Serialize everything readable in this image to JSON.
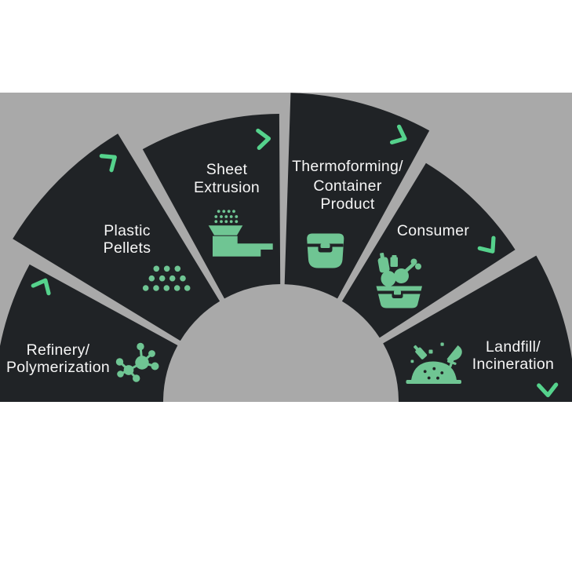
{
  "diagram": {
    "name": "plastic-lifecycle-semicircle",
    "shape": "semicircular-fan",
    "segment_count": 6
  },
  "colors": {
    "background_band": "#a9a9a9",
    "page_background": "#ffffff",
    "wedge_dark": "#202326",
    "icon_green": "#6fc593",
    "chevron_green": "#55d28c",
    "label_text": "#f6f6f6"
  },
  "segments": [
    {
      "id": "refinery-polymerization",
      "label_lines": [
        "Refinery/",
        "Polymerization"
      ],
      "icon": "molecule-icon",
      "arrow": "chevron-up-right"
    },
    {
      "id": "plastic-pellets",
      "label_lines": [
        "Plastic",
        "Pellets"
      ],
      "icon": "plastic-pellets-icon",
      "arrow": "chevron-up-right"
    },
    {
      "id": "sheet-extrusion",
      "label_lines": [
        "Sheet",
        "Extrusion"
      ],
      "icon": "sheet-extruder-icon",
      "arrow": "chevron-right"
    },
    {
      "id": "thermoforming-container-product",
      "label_lines": [
        "Thermoforming/",
        "Container",
        "Product"
      ],
      "icon": "container-clamshell-icon",
      "arrow": "chevron-down-right"
    },
    {
      "id": "consumer",
      "label_lines": [
        "Consumer"
      ],
      "icon": "consumer-goods-icon",
      "arrow": "chevron-down-right"
    },
    {
      "id": "landfill-incineration",
      "label_lines": [
        "Landfill/",
        "Incineration"
      ],
      "icon": "landfill-shovel-icon",
      "arrow": "chevron-down"
    }
  ]
}
